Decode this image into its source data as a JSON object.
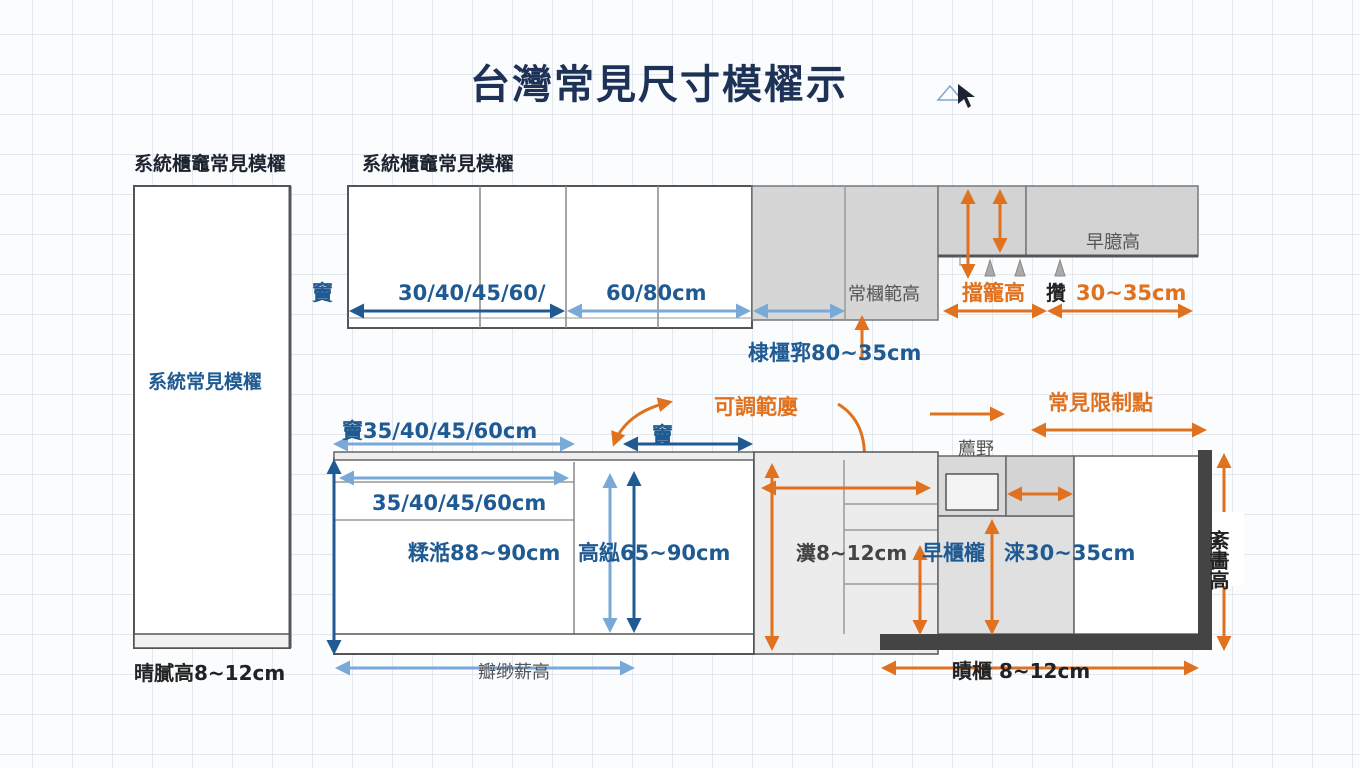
{
  "title": "台灣常見尺寸模櫂示",
  "labels": {
    "tall_cabinet_header": "系統櫃竈常見模櫂",
    "upper_cabinets_header": "系統櫃竈常見模櫂",
    "tall_cabinet_body": "系統常見模櫂",
    "tall_base": "晴膩高8~12cm",
    "width_short": "竇",
    "upper_widths_a": "30/40/45/60/",
    "upper_widths_b": "60/80cm",
    "hood_height": "常槶範高",
    "upper_right_top": "早臆高",
    "hang_height": "擋籠高",
    "depth_prefix": "攢",
    "depth_range": "30~35cm",
    "mid_gap": "棣橿郛80~35cm",
    "adjustable": "可調範廮",
    "common_limit": "常見限制點",
    "counter_widths": "竇35/40/45/60cm",
    "drawer_widths": "35/40/45/60cm",
    "small_width": "竇",
    "body_height": "糅湉88~90cm",
    "total_height": "高紭65~90cm",
    "appliance_top": "薦野",
    "toe_range": "瀵8~12cm",
    "oven_cabinet": "早櫃櫳",
    "appliance_depth": "涞30~35cm",
    "right_side": "紊畵高",
    "bottom_mid": "瓣缈薪高",
    "bottom_right": "瞔櫃 8~12cm"
  },
  "colors": {
    "blue": "#1f5a93",
    "light_blue": "#79a9d6",
    "orange": "#e0711f",
    "grey_cabinet": "#d4d4d4",
    "dark_line": "#333333"
  }
}
